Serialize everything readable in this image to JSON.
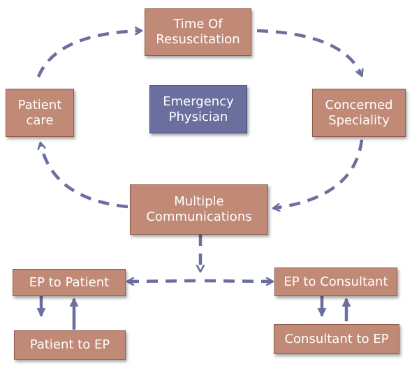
{
  "colors": {
    "node_fill": "#c08a76",
    "center_fill": "#6a6f9e",
    "arrow": "#6a6f9e",
    "text": "#ffffff"
  },
  "nodes": {
    "time_of_resuscitation": "Time Of\nResuscitation",
    "concerned_speciality": "Concerned\nSpeciality",
    "patient_care": "Patient\ncare",
    "emergency_physician": "Emergency\nPhysician",
    "multiple_communications": "Multiple\nCommunications",
    "ep_to_patient": "EP to Patient",
    "patient_to_ep": "Patient to EP",
    "ep_to_consultant": "EP to Consultant",
    "consultant_to_ep": "Consultant to EP"
  }
}
